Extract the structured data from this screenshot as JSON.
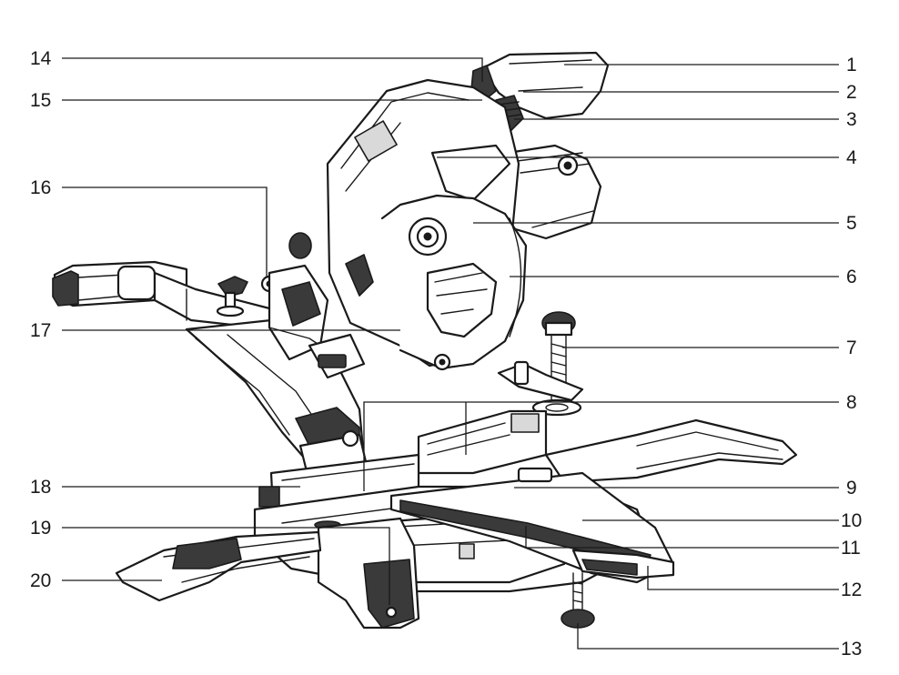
{
  "callouts": [
    "1",
    "2",
    "3",
    "4",
    "5",
    "6",
    "7",
    "8",
    "9",
    "10",
    "11",
    "12",
    "13",
    "14",
    "15",
    "16",
    "17",
    "18",
    "19",
    "20"
  ],
  "colors": {
    "ink": "#1a1a1a",
    "paper": "#ffffff",
    "shade": "#3a3a3a",
    "light": "#d9d9d9"
  }
}
